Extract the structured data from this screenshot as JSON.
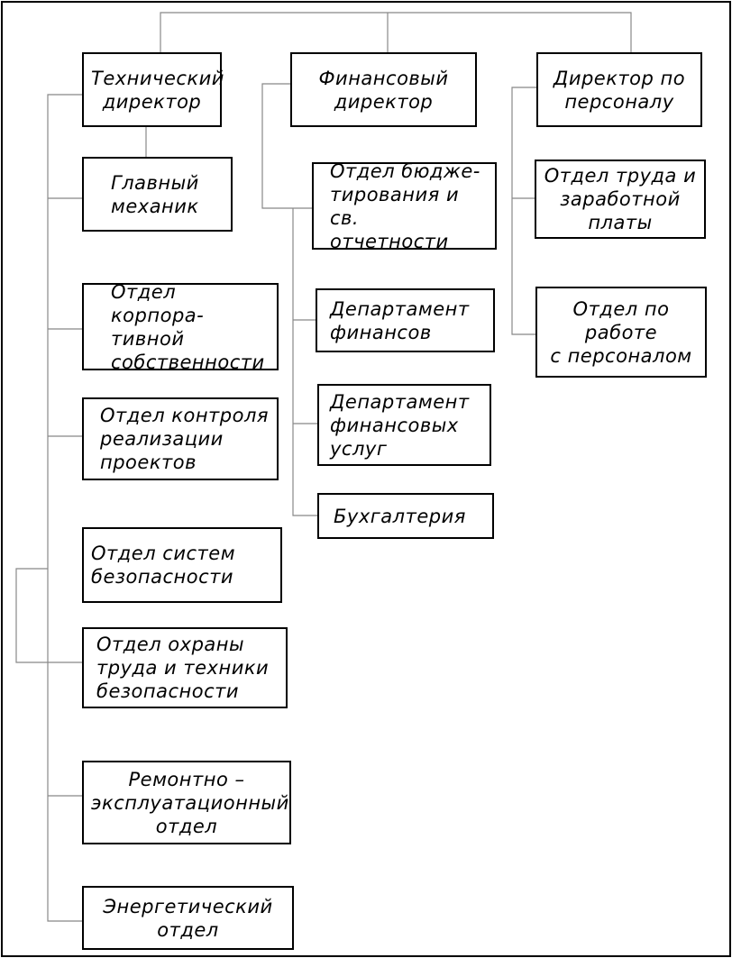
{
  "diagram": {
    "top_level": [
      {
        "id": "tech",
        "text": "Технический\nдиректор"
      },
      {
        "id": "fin",
        "text": "Финансовый\nдиректор"
      },
      {
        "id": "hr",
        "text": "Директор по\nперсоналу"
      }
    ],
    "tech_children": [
      {
        "id": "chief_mechanic",
        "text": "Главный\nмеханик"
      },
      {
        "id": "corp_property",
        "text": "Отдел корпора-\nтивной\nсобственности"
      },
      {
        "id": "project_control",
        "text": "Отдел контроля\nреализации\nпроектов"
      },
      {
        "id": "security_systems",
        "text": "Отдел систем\nбезопасности"
      },
      {
        "id": "labor_safety",
        "text": "Отдел охраны\nтруда и техники\nбезопасности"
      },
      {
        "id": "repair",
        "text": "Ремонтно –\nэксплуатационный\nотдел"
      },
      {
        "id": "energy",
        "text": "Энергетический\nотдел"
      }
    ],
    "fin_children": [
      {
        "id": "budget",
        "text": "Отдел бюдже-\nтирования и св.\nотчетности"
      },
      {
        "id": "fin_dept",
        "text": "Департамент\nфинансов"
      },
      {
        "id": "fin_services",
        "text": "Департамент\nфинансовых\nуслуг"
      },
      {
        "id": "accounting",
        "text": "Бухгалтерия"
      }
    ],
    "hr_children": [
      {
        "id": "labor_wages",
        "text": "Отдел труда и\nзаработной\nплаты"
      },
      {
        "id": "personnel",
        "text": "Отдел по\nработе\nс персоналом"
      }
    ]
  }
}
